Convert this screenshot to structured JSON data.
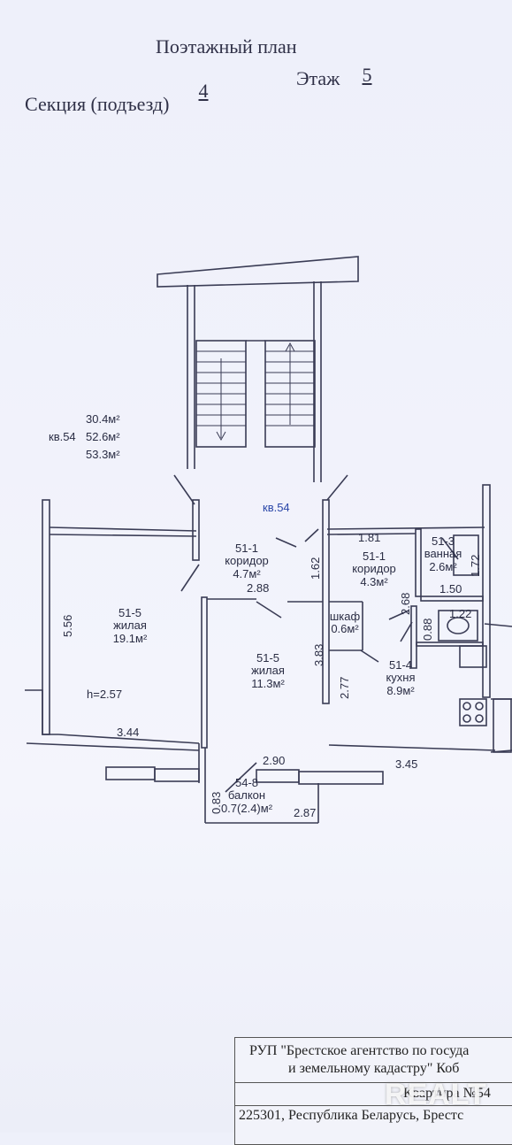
{
  "header": {
    "title": "Поэтажный план",
    "section_label": "Секция (подъезд)",
    "section_value": "4",
    "floor_label": "Этаж",
    "floor_value": "5"
  },
  "apartment_summary": {
    "apt_label": "кв.54",
    "area_living": "30.4м²",
    "area_total": "52.6м²",
    "area_full": "53.3м²"
  },
  "plan": {
    "apt_door_label": "кв.54",
    "rooms": {
      "corridor1": {
        "code": "51-1",
        "name": "коридор",
        "area": "4.7м²"
      },
      "corridor2": {
        "code": "51-1",
        "name": "коридор",
        "area": "4.3м²"
      },
      "bath": {
        "code": "51-3",
        "name": "ванная",
        "area": "2.6м²"
      },
      "living_big": {
        "code": "51-5",
        "name": "жилая",
        "area": "19.1м²"
      },
      "living_small": {
        "code": "51-5",
        "name": "жилая",
        "area": "11.3м²"
      },
      "closet": {
        "name": "шкаф",
        "area": "0.6м²"
      },
      "kitchen": {
        "code": "51-4",
        "name": "кухня",
        "area": "8.9м²"
      },
      "balcony": {
        "code": "54-8",
        "name": "балкон",
        "area": "0.7(2.4)м²"
      }
    },
    "dims": {
      "d181": "1.81",
      "d162": "1.62",
      "d288": "2.88",
      "d172": "1.72",
      "d268": "2.68",
      "d150": "1.50",
      "d122": "1.22",
      "d088": "0.88",
      "d556": "5.56",
      "d383": "3.83",
      "d277": "2.77",
      "h": "h=2.57",
      "d344": "3.44",
      "d290": "2.90",
      "d345": "3.45",
      "d083": "0.83",
      "d287": "2.87"
    }
  },
  "stamp": {
    "line1": "РУП \"Брестское агентство по госуда",
    "line2": "и земельному кадастру\" Коб",
    "line3": "Квартира №54",
    "line4": "225301, Республика Беларусь, Брестс"
  },
  "watermark": "REALT"
}
